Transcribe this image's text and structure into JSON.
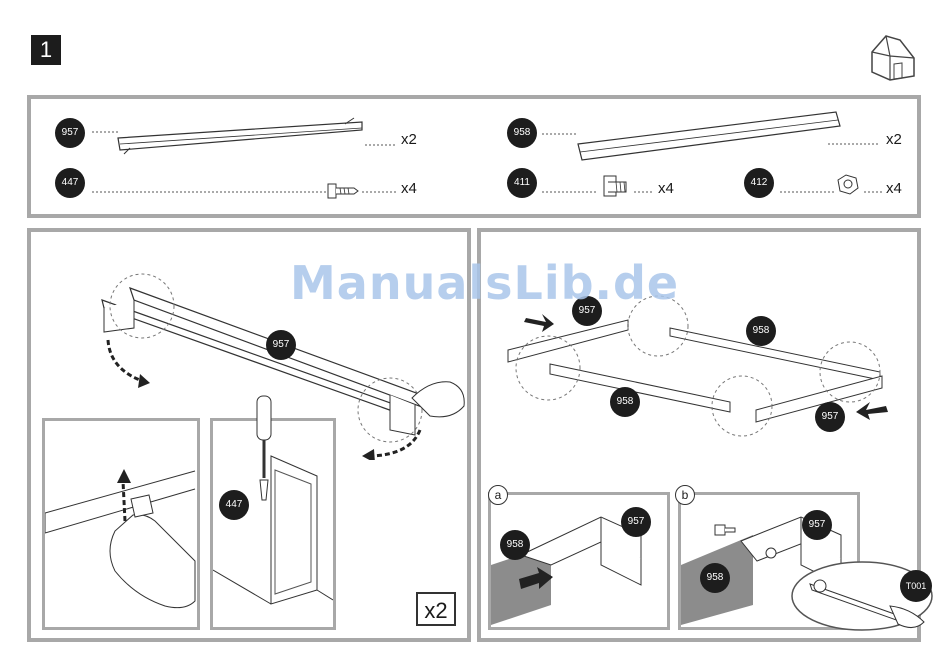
{
  "step": "1",
  "watermark": "ManualsLib.de",
  "parts": [
    {
      "code": "957",
      "qty": "x2"
    },
    {
      "code": "958",
      "qty": "x2"
    },
    {
      "code": "447",
      "qty": "x4"
    },
    {
      "code": "411",
      "qty": "x4"
    },
    {
      "code": "412",
      "qty": "x4"
    }
  ],
  "left_panel": {
    "part": "957",
    "screw": "447",
    "multiplier": "x2"
  },
  "right_panel": {
    "labels": [
      "957",
      "958",
      "958",
      "957"
    ]
  },
  "detail_a": {
    "letter": "a",
    "labels": [
      "958",
      "957"
    ]
  },
  "detail_b": {
    "letter": "b",
    "labels": [
      "957",
      "958"
    ],
    "tool": "T001"
  }
}
